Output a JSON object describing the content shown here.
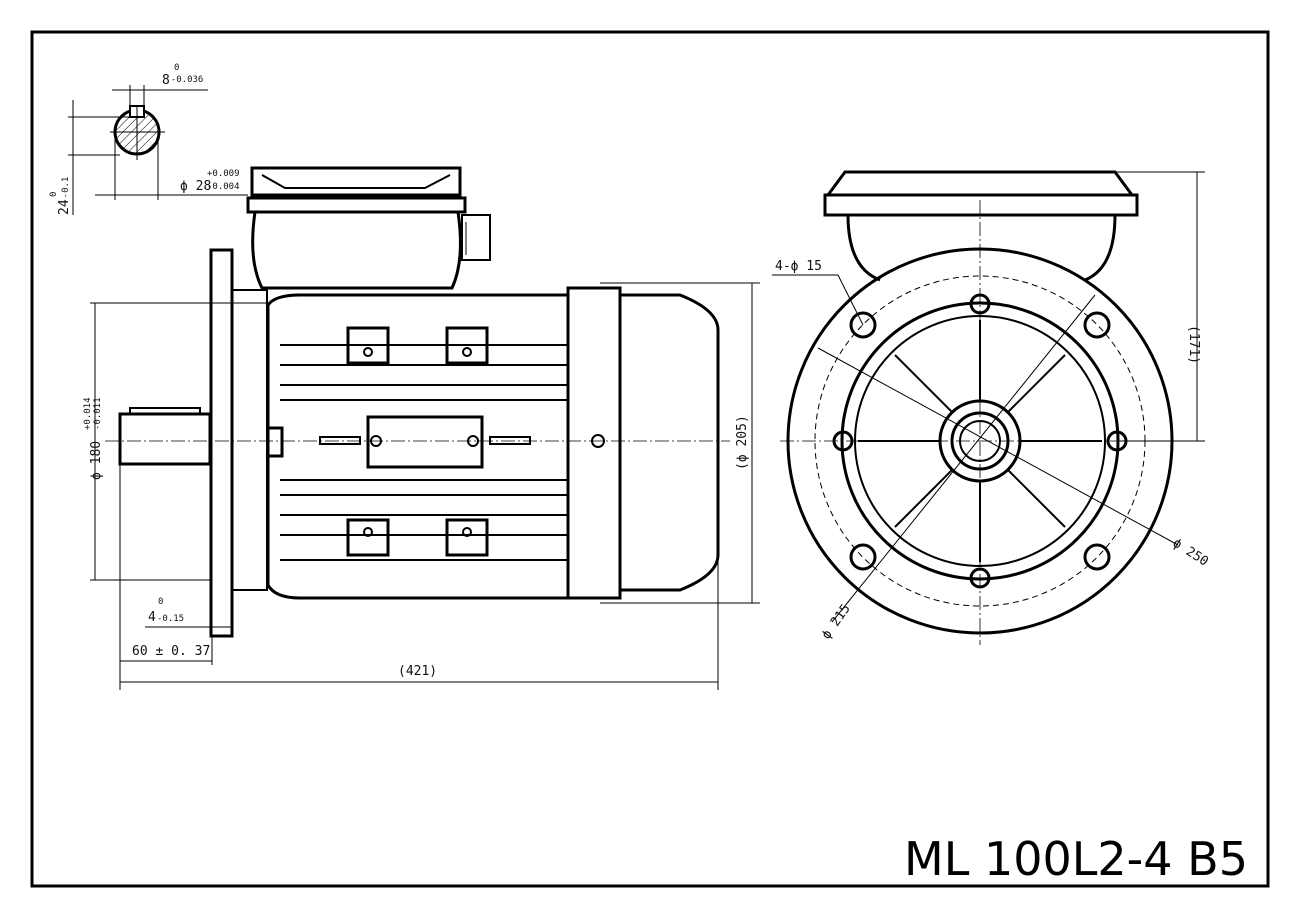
{
  "title": "ML 100L2-4 B5",
  "dimensions": {
    "key_width": {
      "base": "8",
      "upper": "0",
      "lower": "-0.036"
    },
    "key_height": {
      "base": "24",
      "upper": "0",
      "lower": "-0.1"
    },
    "shaft_diameter": {
      "base": "ϕ 28",
      "upper": "+0.009",
      "lower": "-0.004"
    },
    "spigot_diameter": {
      "base": "ϕ 180",
      "upper": "+0.014",
      "lower": "-0.011"
    },
    "spigot_depth": {
      "base": "4",
      "upper": "0",
      "lower": "-0.15"
    },
    "shaft_length": "60 ± 0. 37",
    "overall_length": "(421)",
    "body_diameter": "(ϕ 205)",
    "height_to_box": "(171)",
    "holes": "4-ϕ 15",
    "flange_diameter": "ϕ 250",
    "pcd": "ϕ 215"
  }
}
